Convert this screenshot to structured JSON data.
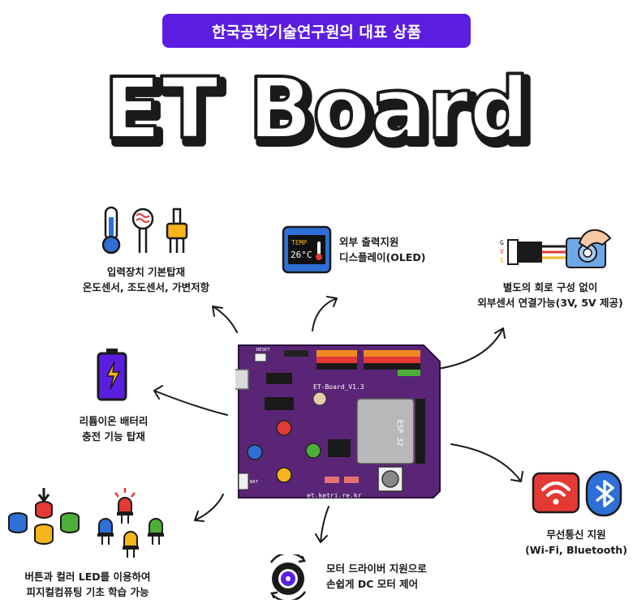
{
  "header": {
    "badge": "한국공학기술연구원의 대표 상품",
    "title": "ET Board"
  },
  "board": {
    "name": "ET-Board_V1.3",
    "website": "et.ketri.re.kr",
    "chip": "ESP 32",
    "reset_label": "RESET",
    "bat_label": "BAT"
  },
  "features": {
    "input": {
      "line1": "입력장치 기본탑재",
      "line2": "온도센서, 조도센서, 가변저항"
    },
    "display": {
      "line1": "외부 출력지원",
      "line2": "디스플레이(OLED)",
      "screen_label": "TEMP",
      "screen_value": "26°C"
    },
    "sensor": {
      "line1": "별도의 회로 구성 없이",
      "line2": "외부센서 연결가능(3V, 5V 제공)",
      "pins": [
        "G",
        "V",
        "S"
      ]
    },
    "battery": {
      "line1": "리튬이온 배터리",
      "line2": "충전 기능 탑재"
    },
    "wireless": {
      "line1": "무선통신 지원",
      "line2": "(Wi-Fi, Bluetooth)"
    },
    "motor": {
      "line1": "모터 드라이버 지원으로",
      "line2": "손쉽게 DC 모터 제어"
    },
    "led": {
      "line1": "버튼과 컬러 LED를 이용하여",
      "line2": "피지컬컴퓨팅 기초 학습 가능"
    }
  },
  "colors": {
    "accent": "#5b1ee0",
    "board": "#5a2576",
    "red": "#e53935",
    "blue": "#2f6fd6",
    "green": "#4caf3a",
    "yellow": "#f5b51b",
    "wifi_bg": "#e53935",
    "bt_bg": "#2f6fd6"
  }
}
